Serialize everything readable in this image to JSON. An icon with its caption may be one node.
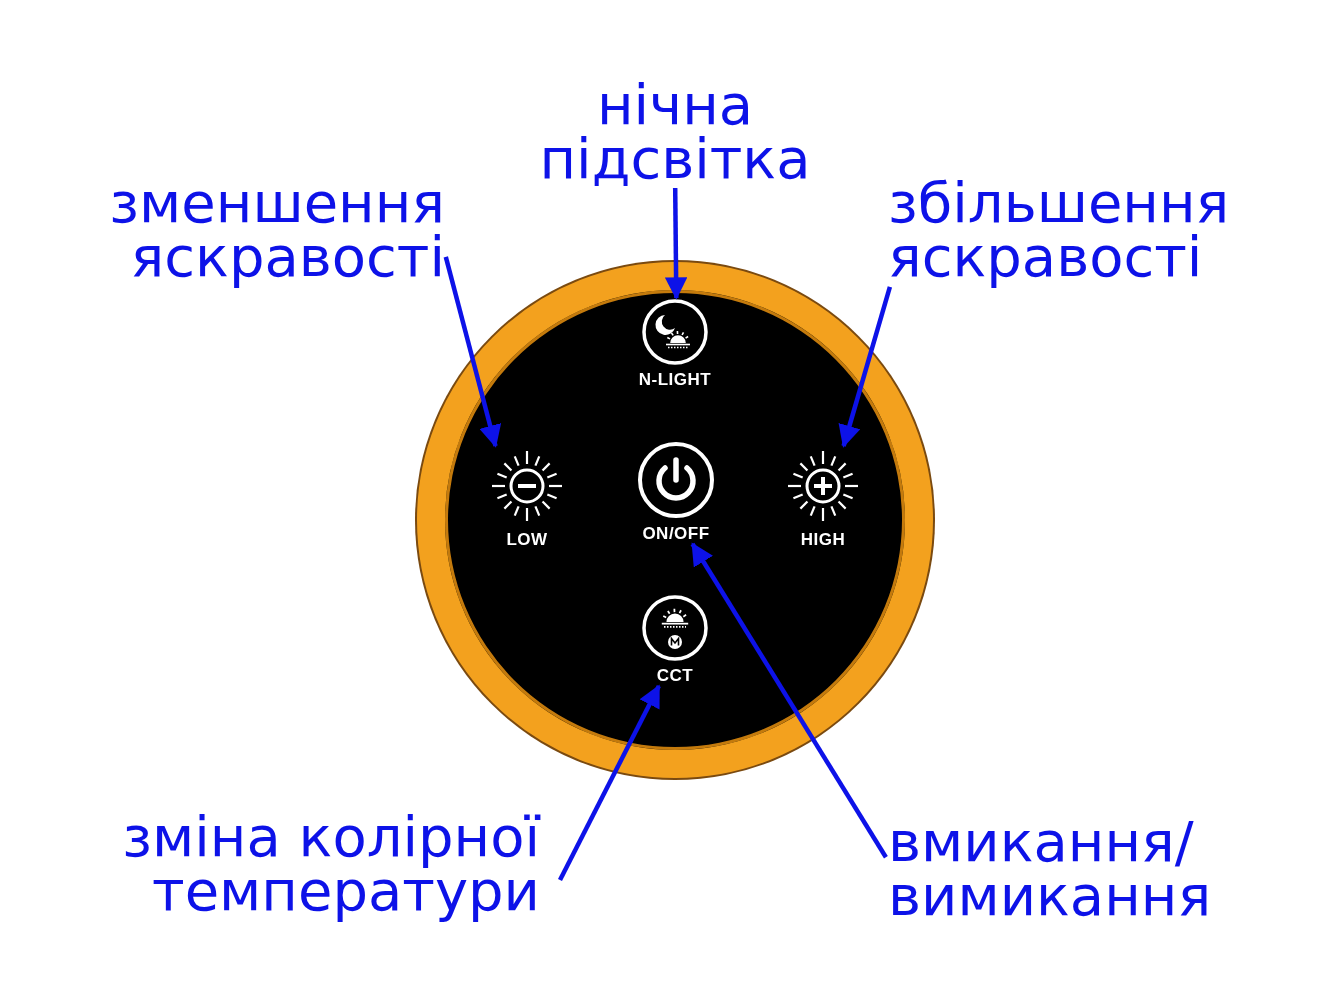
{
  "diagram": {
    "nodes": [
      {
        "text": [
          "нічна підсвітка"
        ]
      },
      {
        "text": [
          "зменшення яскравості"
        ]
      },
      {
        "text": [
          "збільшення яскравості"
        ]
      },
      {
        "text": [],
        "shape": "circle"
      },
      {
        "text": [
          "N-LIGHT"
        ],
        "in": 3
      },
      {
        "text": [
          "LOW"
        ],
        "in": 3
      },
      {
        "text": [
          "ON/OFF"
        ],
        "in": 3
      },
      {
        "text": [
          "HIGH"
        ],
        "in": 3
      },
      {
        "text": [
          "CCT"
        ],
        "in": 3
      },
      {
        "text": [
          "зміна колірної температури"
        ]
      },
      {
        "text": [
          "вмикання/ вимикання"
        ]
      }
    ],
    "edges": [
      {
        "from": 0,
        "to": 4,
        "arrow": "to"
      },
      {
        "from": 1,
        "to": 5,
        "arrow": "to"
      },
      {
        "from": 2,
        "to": 7,
        "arrow": "to"
      },
      {
        "from": 9,
        "to": 8,
        "arrow": "to"
      },
      {
        "from": 10,
        "to": 6,
        "arrow": "to"
      }
    ]
  }
}
